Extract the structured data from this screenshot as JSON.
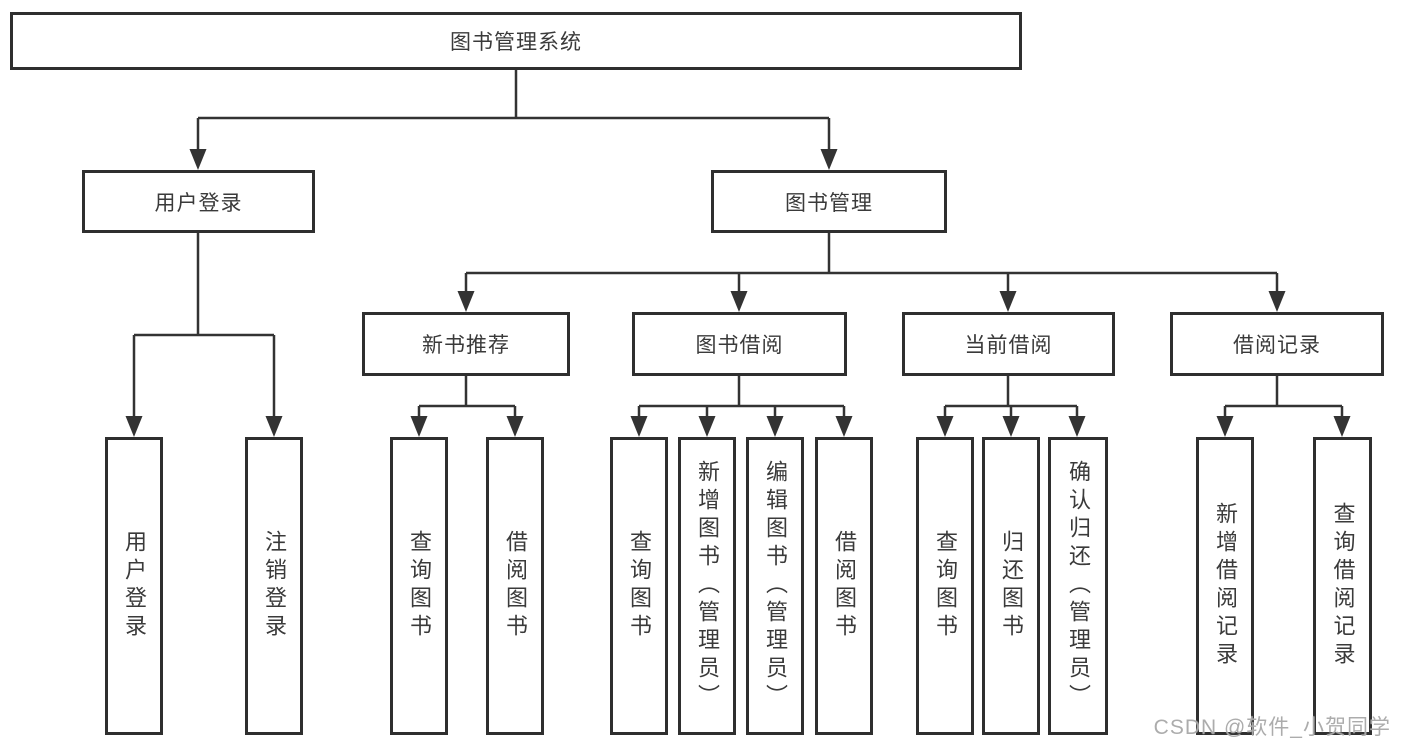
{
  "tree": {
    "root": {
      "label": "图书管理系统"
    },
    "branches": [
      {
        "label": "用户登录",
        "children": [
          {
            "label": "用户登录"
          },
          {
            "label": "注销登录"
          }
        ]
      },
      {
        "label": "图书管理",
        "children": [
          {
            "label": "新书推荐",
            "children": [
              {
                "label": "查询图书"
              },
              {
                "label": "借阅图书"
              }
            ]
          },
          {
            "label": "图书借阅",
            "children": [
              {
                "label": "查询图书"
              },
              {
                "label": "新增图书（管理员）"
              },
              {
                "label": "编辑图书（管理员）"
              },
              {
                "label": "借阅图书"
              }
            ]
          },
          {
            "label": "当前借阅",
            "children": [
              {
                "label": "查询图书"
              },
              {
                "label": "归还图书"
              },
              {
                "label": "确认归还（管理员）"
              }
            ]
          },
          {
            "label": "借阅记录",
            "children": [
              {
                "label": "新增借阅记录"
              },
              {
                "label": "查询借阅记录"
              }
            ]
          }
        ]
      }
    ]
  },
  "watermark": {
    "text": "CSDN @软件_小贺同学"
  },
  "colors": {
    "line": "#333333",
    "box_border": "#2f2f2f",
    "text": "#3a3a3a",
    "watermark": "#9e9e9e",
    "background": "#ffffff"
  }
}
